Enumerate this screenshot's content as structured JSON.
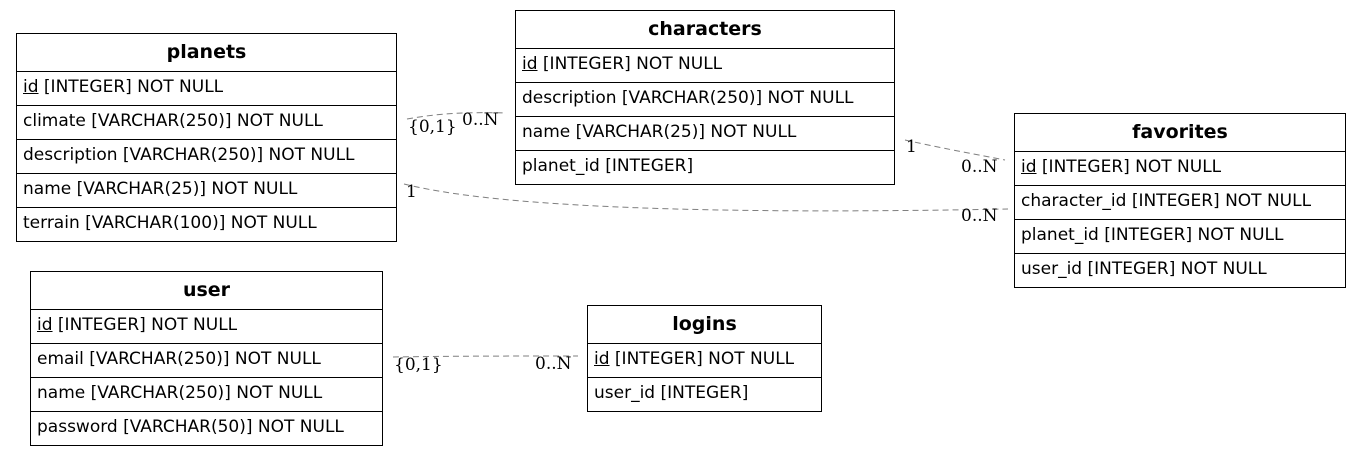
{
  "entities": {
    "planets": {
      "name": "planets",
      "fields": [
        {
          "pk": "id",
          "rest": " [INTEGER] NOT NULL"
        },
        {
          "pk": "",
          "rest": "climate [VARCHAR(250)] NOT NULL"
        },
        {
          "pk": "",
          "rest": "description [VARCHAR(250)] NOT NULL"
        },
        {
          "pk": "",
          "rest": "name [VARCHAR(25)] NOT NULL"
        },
        {
          "pk": "",
          "rest": "terrain [VARCHAR(100)] NOT NULL"
        }
      ]
    },
    "characters": {
      "name": "characters",
      "fields": [
        {
          "pk": "id",
          "rest": " [INTEGER] NOT NULL"
        },
        {
          "pk": "",
          "rest": "description [VARCHAR(250)] NOT NULL"
        },
        {
          "pk": "",
          "rest": "name [VARCHAR(25)] NOT NULL"
        },
        {
          "pk": "",
          "rest": "planet_id [INTEGER]"
        }
      ]
    },
    "favorites": {
      "name": "favorites",
      "fields": [
        {
          "pk": "id",
          "rest": " [INTEGER] NOT NULL"
        },
        {
          "pk": "",
          "rest": "character_id [INTEGER] NOT NULL"
        },
        {
          "pk": "",
          "rest": "planet_id [INTEGER] NOT NULL"
        },
        {
          "pk": "",
          "rest": "user_id [INTEGER] NOT NULL"
        }
      ]
    },
    "user": {
      "name": "user",
      "fields": [
        {
          "pk": "id",
          "rest": " [INTEGER] NOT NULL"
        },
        {
          "pk": "",
          "rest": "email [VARCHAR(250)] NOT NULL"
        },
        {
          "pk": "",
          "rest": "name [VARCHAR(250)] NOT NULL"
        },
        {
          "pk": "",
          "rest": "password [VARCHAR(50)] NOT NULL"
        }
      ]
    },
    "logins": {
      "name": "logins",
      "fields": [
        {
          "pk": "id",
          "rest": " [INTEGER] NOT NULL"
        },
        {
          "pk": "",
          "rest": "user_id [INTEGER]"
        }
      ]
    }
  },
  "relationships": [
    {
      "from": "planets",
      "to": "characters",
      "from_card": "{0,1}",
      "to_card": "0..N"
    },
    {
      "from": "planets",
      "to": "favorites",
      "from_card": "1",
      "to_card": "0..N"
    },
    {
      "from": "characters",
      "to": "favorites",
      "from_card": "1",
      "to_card": "0..N"
    },
    {
      "from": "user",
      "to": "logins",
      "from_card": "{0,1}",
      "to_card": "0..N"
    }
  ],
  "colors": {
    "edge": "#7f7f7f",
    "border": "#000000"
  }
}
